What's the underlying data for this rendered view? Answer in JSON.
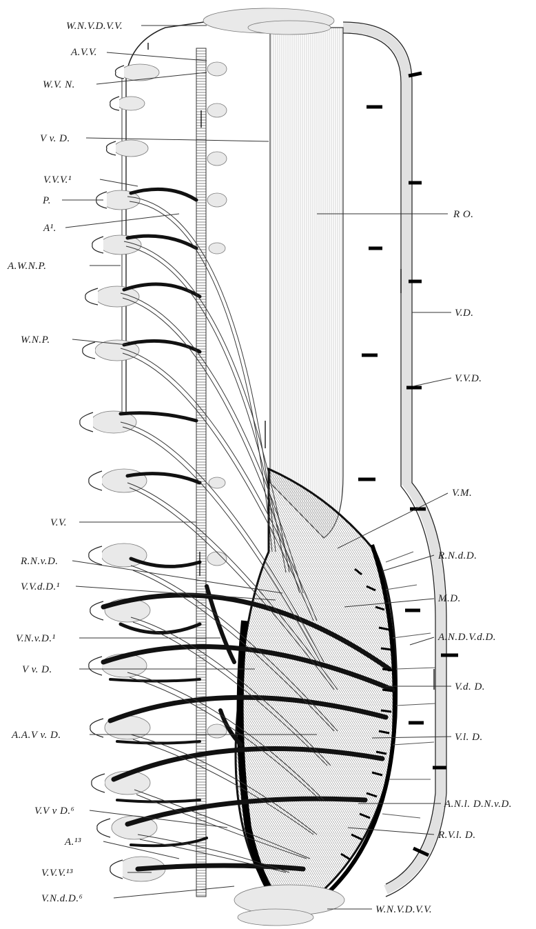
{
  "figure": {
    "labels": {
      "wnvdvv_top": "W.N.V.D.V.V.",
      "avv": "A.V.V.",
      "wvn": "W.V. N.",
      "vvd": "V v. D.",
      "vvv1": "V.V.V.¹",
      "p": "P.",
      "a1": "A¹.",
      "awnp": "A.W.N.P.",
      "wnp": "W.N.P.",
      "ro": "R O.",
      "vd": "V.D.",
      "vvd_right": "V.V.D.",
      "vm": "V.M.",
      "vv": "V.V.",
      "rnvd_left": "R.N.v.D.",
      "rnvd_right": "R.N.d.D.",
      "vvdd1": "V.V.d.D.¹",
      "md": "M.D.",
      "vnvd1": "V.N.v.D.¹",
      "anvdvdd": "A.N.D.V.d.D.",
      "vvd_mid": "V v. D.",
      "vdd": "V.d. D.",
      "aavvd": "A.A.V v. D.",
      "vld": "V.l. D.",
      "anldnvd": "A.N.l. D.N.v.D.",
      "vvvd6": "V.V v D.⁶",
      "rvld": "R.V.l. D.",
      "a13": "A.¹³",
      "vvv13": "V.V.V.¹³",
      "vnvdd6": "V.N.d.D.⁶",
      "wnvdvv_bottom": "W.N.V.D.V.V."
    }
  }
}
